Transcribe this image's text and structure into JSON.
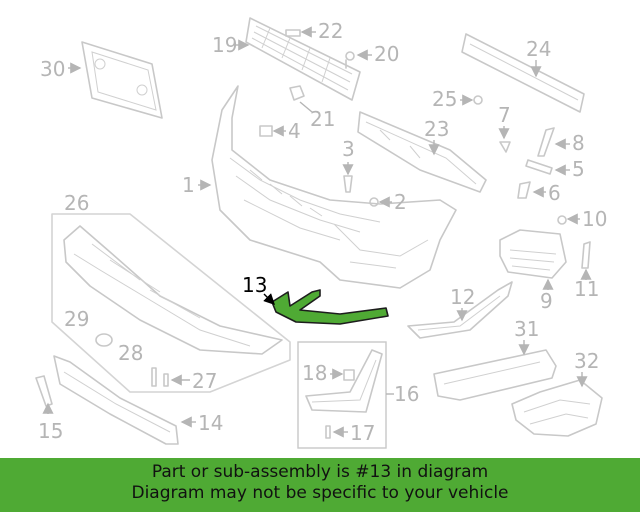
{
  "labels": {
    "l1": "1",
    "l2": "2",
    "l3": "3",
    "l4": "4",
    "l5": "5",
    "l6": "6",
    "l7": "7",
    "l8": "8",
    "l9": "9",
    "l10": "10",
    "l11": "11",
    "l12": "12",
    "l13": "13",
    "l14": "14",
    "l15": "15",
    "l16": "16",
    "l17": "17",
    "l18": "18",
    "l19": "19",
    "l20": "20",
    "l21": "21",
    "l22": "22",
    "l23": "23",
    "l24": "24",
    "l25": "25",
    "l26": "26",
    "l27": "27",
    "l28": "28",
    "l29": "29",
    "l30": "30",
    "l31": "31",
    "l32": "32"
  },
  "highlight": {
    "part_number": "13",
    "color": "#4faa34"
  },
  "banner": {
    "line1": "Part or sub-assembly is #13 in diagram",
    "line2": "Diagram may not be specific to your vehicle",
    "background": "#4faa34"
  }
}
